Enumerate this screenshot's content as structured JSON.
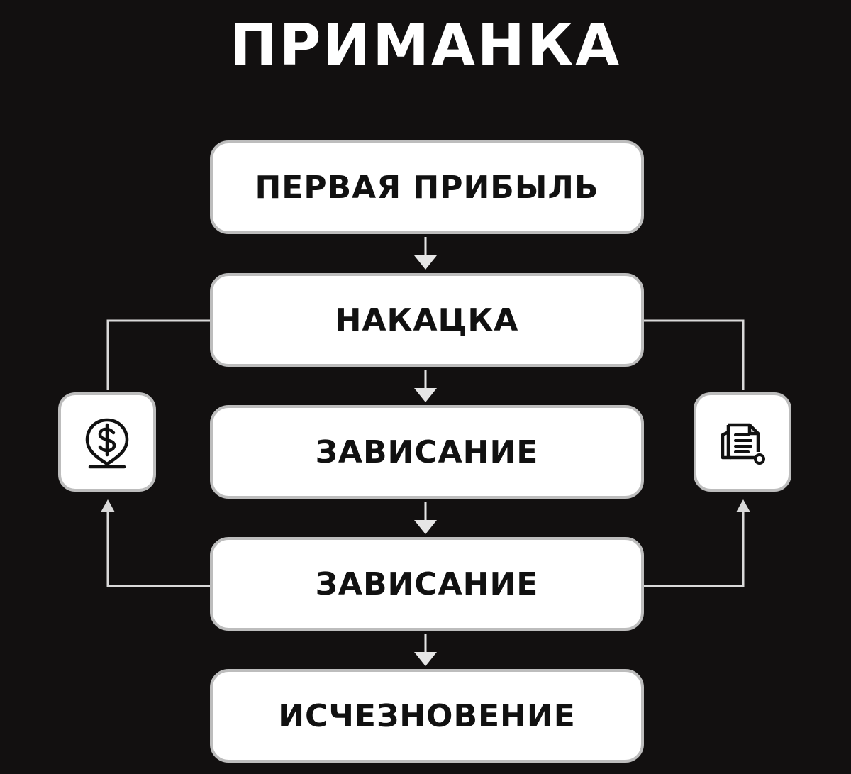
{
  "title": "ПРИМАНКА",
  "steps": [
    {
      "label": "ПЕРВАЯ ПРИБЫЛЬ"
    },
    {
      "label": "НАКАЦКА"
    },
    {
      "label": "ЗАВИСАНИЕ"
    },
    {
      "label": "ЗАВИСАНИЕ"
    },
    {
      "label": "ИСЧЕЗНОВЕНИЕ"
    }
  ],
  "side_icons": {
    "left": "money-location-pin-icon",
    "right": "document-cart-icon"
  },
  "colors": {
    "background": "#121010",
    "box_fill": "#ffffff",
    "box_border": "#bdbdbd",
    "connector": "#d9d9d9",
    "text_dark": "#111111",
    "text_light": "#ffffff"
  }
}
